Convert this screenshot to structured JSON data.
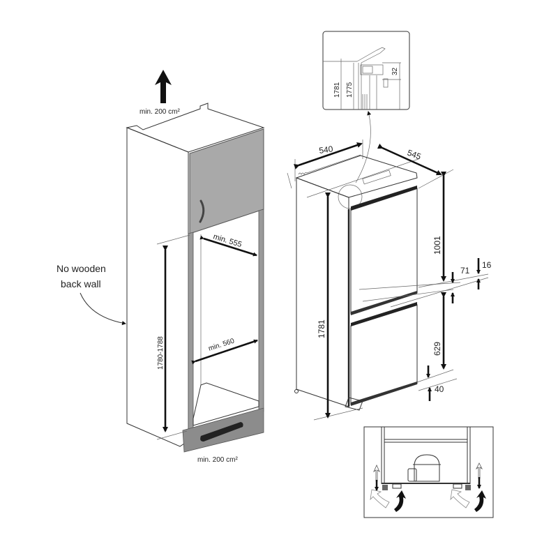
{
  "cabinet": {
    "vent_top": "min. 200 cm²",
    "vent_bottom": "min. 200 cm²",
    "no_back_wall_line1": "No wooden",
    "no_back_wall_line2": "back wall",
    "niche_height": "1780-1788",
    "niche_depth": "min. 555",
    "niche_width": "min. 560"
  },
  "appliance": {
    "width": "540",
    "depth": "545",
    "height": "1781",
    "upper_door": "1001",
    "door_gap": "71",
    "gap_offset": "16",
    "lower_door": "629",
    "bottom_offset": "40"
  },
  "detail_top": {
    "height_outer": "1781",
    "height_inner": "1775",
    "top_offset": "32"
  },
  "colors": {
    "panel_gray": "#a9a9a9",
    "plinth_gray": "#8c8c8c",
    "line": "#333333"
  }
}
